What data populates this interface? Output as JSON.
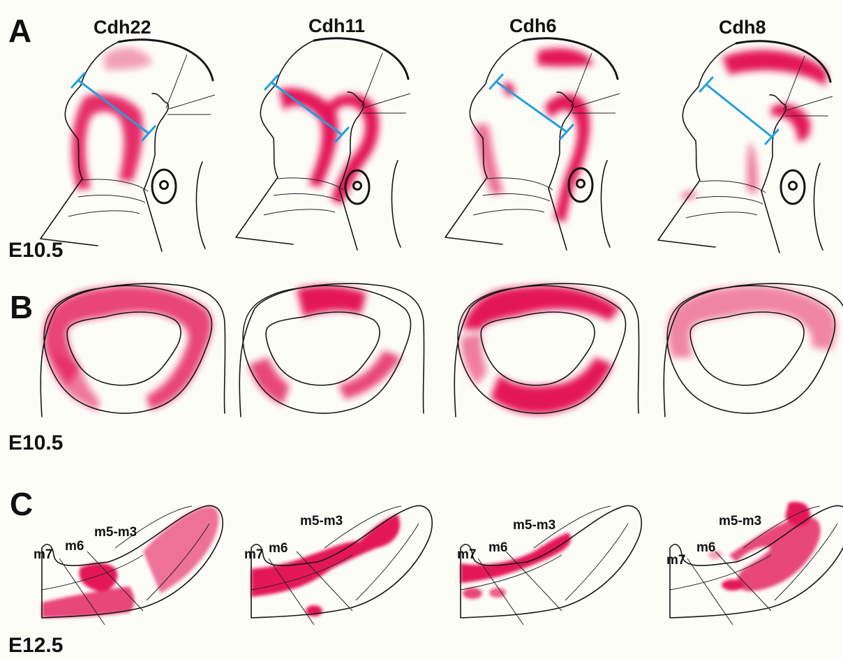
{
  "panels": {
    "a": {
      "letter": "A",
      "stage": "E10.5",
      "genes": [
        "Cdh22",
        "Cdh11",
        "Cdh6",
        "Cdh8"
      ]
    },
    "b": {
      "letter": "B",
      "stage": "E10.5"
    },
    "c": {
      "letter": "C",
      "stage": "E12.5",
      "segment_labels": [
        "m7",
        "m6",
        "m5-m3"
      ]
    }
  },
  "colors": {
    "expression": "#e4195a",
    "section_line": "#1fa0dc",
    "outline": "#141414",
    "background": "#fdfdf8"
  },
  "icons": [
    "eye-icon"
  ]
}
